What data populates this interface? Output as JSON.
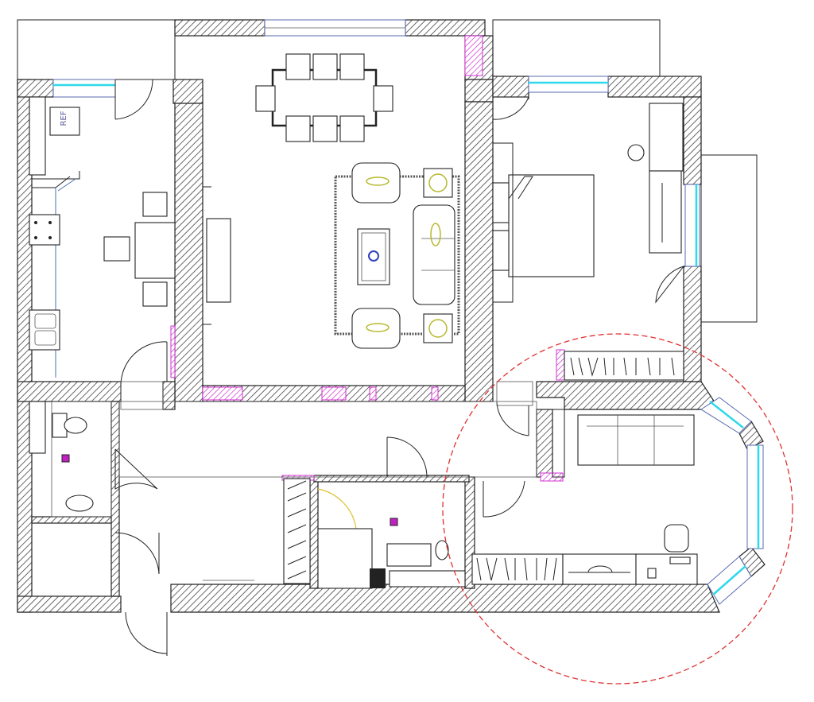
{
  "plan": {
    "labels": {
      "refrigerator": "REF"
    },
    "colors": {
      "wall_stroke": "#222222",
      "window_glass": "#2fd8ea",
      "partition_pink": "#d030d0",
      "highlight_circle": "#e03030",
      "decor_accent": "#b8b830",
      "rug_center": "#3040c0"
    },
    "icons": [
      "refrigerator",
      "stove",
      "sink",
      "toilet",
      "washbasin",
      "dining-table",
      "sofa",
      "armchair",
      "bed",
      "wardrobe",
      "desk-chair",
      "door",
      "window"
    ]
  }
}
